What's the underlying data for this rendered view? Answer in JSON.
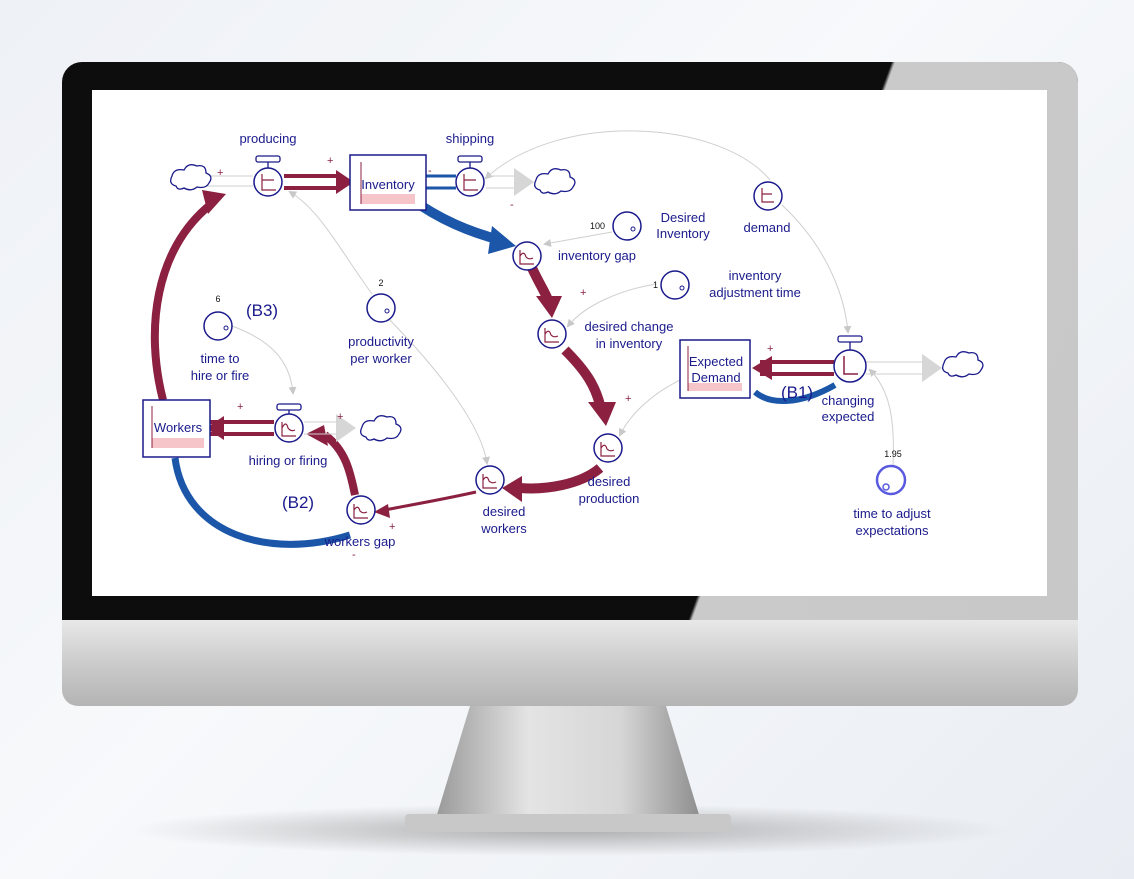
{
  "labels": {
    "producing": "producing",
    "shipping": "shipping",
    "inventory": "Inventory",
    "desired_inventory_1": "Desired",
    "desired_inventory_2": "Inventory",
    "demand": "demand",
    "inventory_gap": "inventory gap",
    "inventory_adjustment_time_1": "inventory",
    "inventory_adjustment_time_2": "adjustment time",
    "desired_change_1": "desired change",
    "desired_change_2": "in inventory",
    "expected_demand_1": "Expected",
    "expected_demand_2": "Demand",
    "changing_expected_1": "changing",
    "changing_expected_2": "expected",
    "time_to_hire_1": "time to",
    "time_to_hire_2": "hire or fire",
    "productivity_1": "productivity",
    "productivity_2": "per worker",
    "workers": "Workers",
    "hiring_or_firing": "hiring or firing",
    "workers_gap": "workers gap",
    "desired_workers_1": "desired",
    "desired_workers_2": "workers",
    "desired_production_1": "desired",
    "desired_production_2": "production",
    "time_to_adjust_1": "time to adjust",
    "time_to_adjust_2": "expectations"
  },
  "values": {
    "desired_inventory": "100",
    "inventory_adjustment_time": "1",
    "time_to_hire": "6",
    "productivity": "2",
    "time_to_adjust": "1.95"
  },
  "loops": {
    "b1": "(B1)",
    "b2": "(B2)",
    "b3": "(B3)"
  },
  "signs": {
    "plus": "+",
    "minus": "-"
  },
  "colors": {
    "label": "#1a1a8c",
    "flow_positive": "#8b2040",
    "flow_negative": "#1b56a8",
    "stock_fill": "#f6c5c9",
    "connector": "#c8c8c8"
  }
}
